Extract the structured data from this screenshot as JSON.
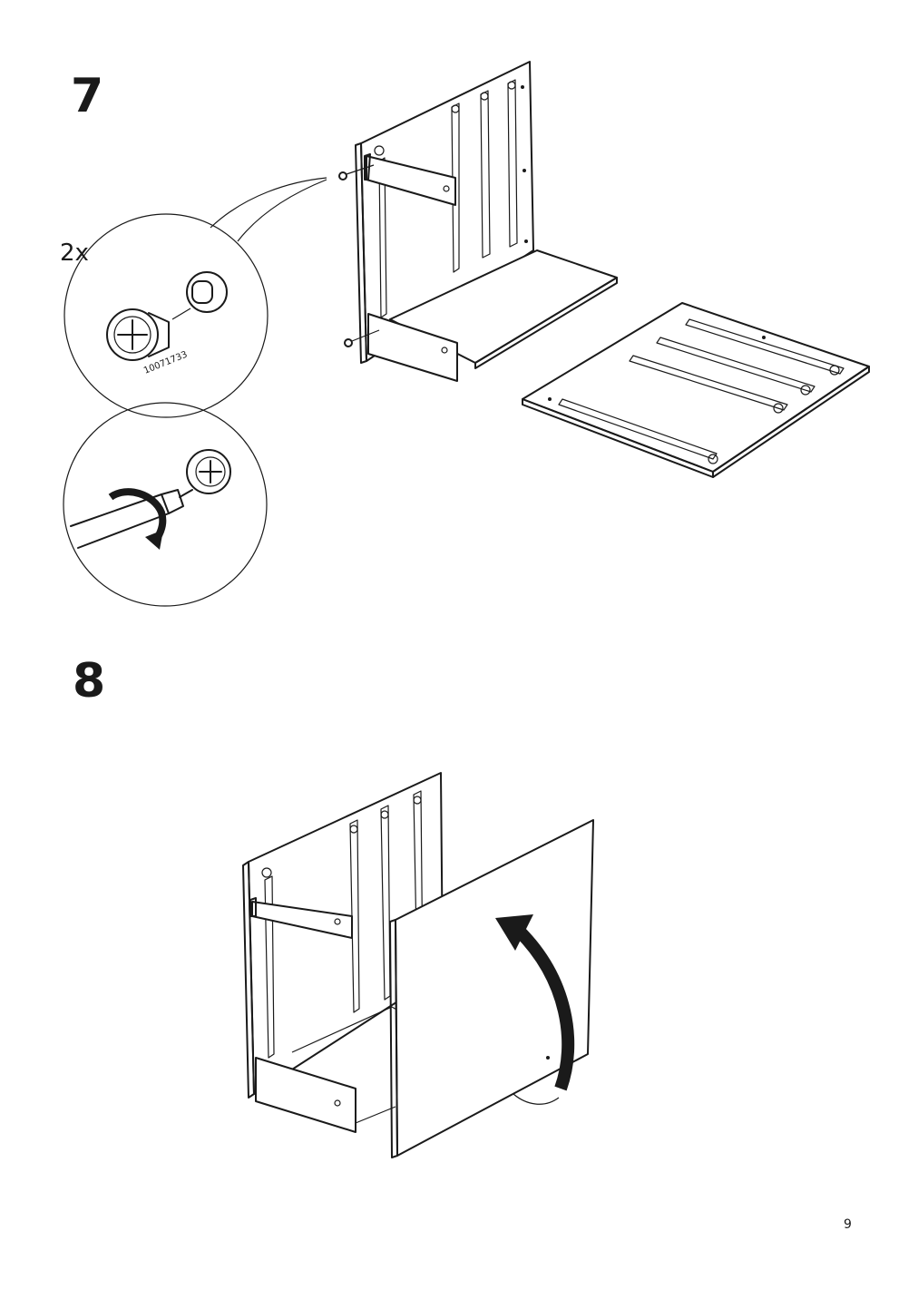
{
  "steps": [
    {
      "number": "7",
      "quantity": "2x",
      "part_number": "10071733"
    },
    {
      "number": "8"
    }
  ],
  "page_number": "9",
  "colors": {
    "ink": "#1a1a1a",
    "paper": "#ffffff"
  },
  "icons": [
    "cam-lock-icon",
    "screwdriver-icon",
    "rotate-clockwise-arrow-icon",
    "fold-up-arrow-icon"
  ]
}
